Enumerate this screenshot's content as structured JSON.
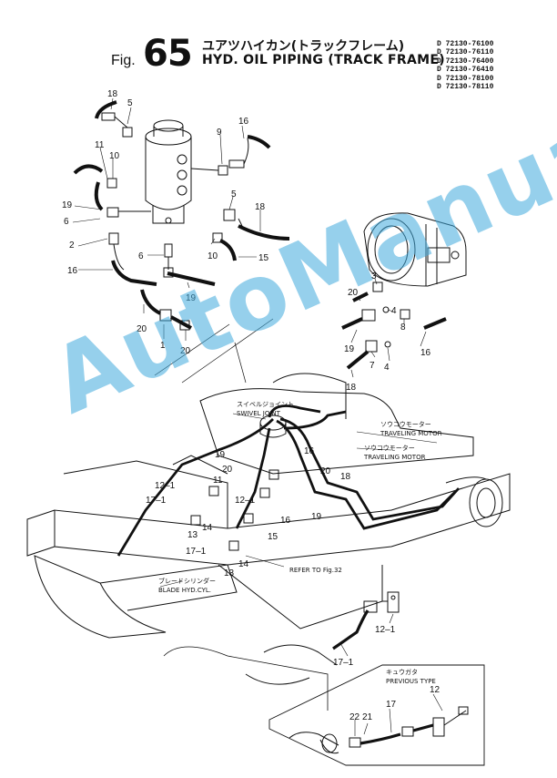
{
  "header": {
    "fig_word": "Fig.",
    "fig_number": "65",
    "title_jp": "ユアツハイカン(トラックフレーム)",
    "title_en": "HYD. OIL PIPING (TRACK FRAME)",
    "part_numbers": [
      "D 72130-76100",
      "D 72130-76110",
      "D 72130-76400",
      "D 72130-76410",
      "D 72130-78100",
      "D 72130-78110"
    ]
  },
  "labels": {
    "swivel_jp": "スイベルジョイント",
    "swivel_en": "SWIVEL JOINT",
    "motor1_jp": "ソウコウモーター",
    "motor1_en": "TRAVELING MOTOR",
    "motor2_jp": "ソウコウモーター",
    "motor2_en": "TRAVELING MOTOR",
    "blade_jp": "ブレードシリンダー",
    "blade_en": "BLADE HYD.CYL.",
    "refer": "REFER TO Fig.32",
    "prev_jp": "キュウガタ",
    "prev_en": "PREVIOUS TYPE"
  },
  "callouts": {
    "c18a": "18",
    "c5a": "5",
    "c16a": "16",
    "c9": "9",
    "c11a": "11",
    "c10a": "10",
    "c19a": "19",
    "c6a": "6",
    "c5b": "5",
    "c18b": "18",
    "c2": "2",
    "c6b": "6",
    "c10b": "10",
    "c15a": "15",
    "c16b": "16",
    "c19b": "19",
    "c20a": "20",
    "c1": "1",
    "c20b": "20",
    "c3": "3",
    "c20c": "20",
    "c4a": "4",
    "c8": "8",
    "c16c": "16",
    "c19c": "19",
    "c7": "7",
    "c18c": "18",
    "c4b": "4",
    "c19d": "19",
    "c20d": "20",
    "c11b": "11",
    "c16d": "16",
    "c12a": "12–1",
    "c17a": "17–1",
    "c13a": "13",
    "c14a": "14",
    "c12b": "12–1",
    "c20e": "20",
    "c18d": "18",
    "c19e": "19",
    "c16e": "16",
    "c15b": "15",
    "c17b": "17–1",
    "c13b": "13",
    "c14b": "14",
    "c12c": "12–1",
    "c17c": "17–1",
    "c22": "22",
    "c21": "21",
    "c17d": "17",
    "c12d": "12"
  },
  "watermark": "AutoManual"
}
